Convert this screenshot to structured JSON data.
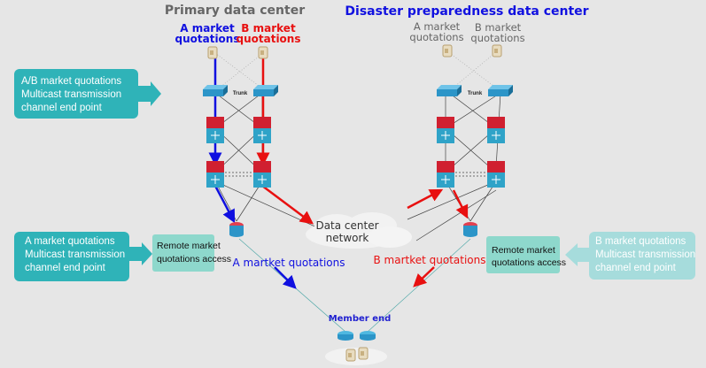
{
  "primary": {
    "title": "Primary data center",
    "a_label": [
      "A market",
      "quotations"
    ],
    "b_label": [
      "B market",
      "quotations"
    ]
  },
  "dr": {
    "title": "Disaster preparedness data center",
    "a_label": [
      "A market",
      "quotations"
    ],
    "b_label": [
      "B market",
      "quotations"
    ]
  },
  "trunk_label": "Trunk",
  "cloud_label": [
    "Data center",
    "network"
  ],
  "callouts": {
    "ab_endpoint": [
      "A/B market quotations",
      "Multicast transmission",
      "channel end point"
    ],
    "a_endpoint": [
      "A market quotations",
      "Multicast transmission",
      "channel end point"
    ],
    "b_endpoint": [
      "B market quotations",
      "Multicast transmission",
      "channel end point"
    ],
    "remote_left": [
      "Remote market",
      "quotations access"
    ],
    "remote_right": [
      "Remote market",
      "quotations access"
    ]
  },
  "flow_a": "A martket quotations",
  "flow_b": "B martket quotations",
  "member_end": "Member end",
  "colors": {
    "a": "#1010e0",
    "b": "#e81010",
    "callout": "#2fb3b8",
    "callout_light": "#a6dcdc",
    "remote": "#8ed8cc",
    "title_gray": "#666666"
  }
}
